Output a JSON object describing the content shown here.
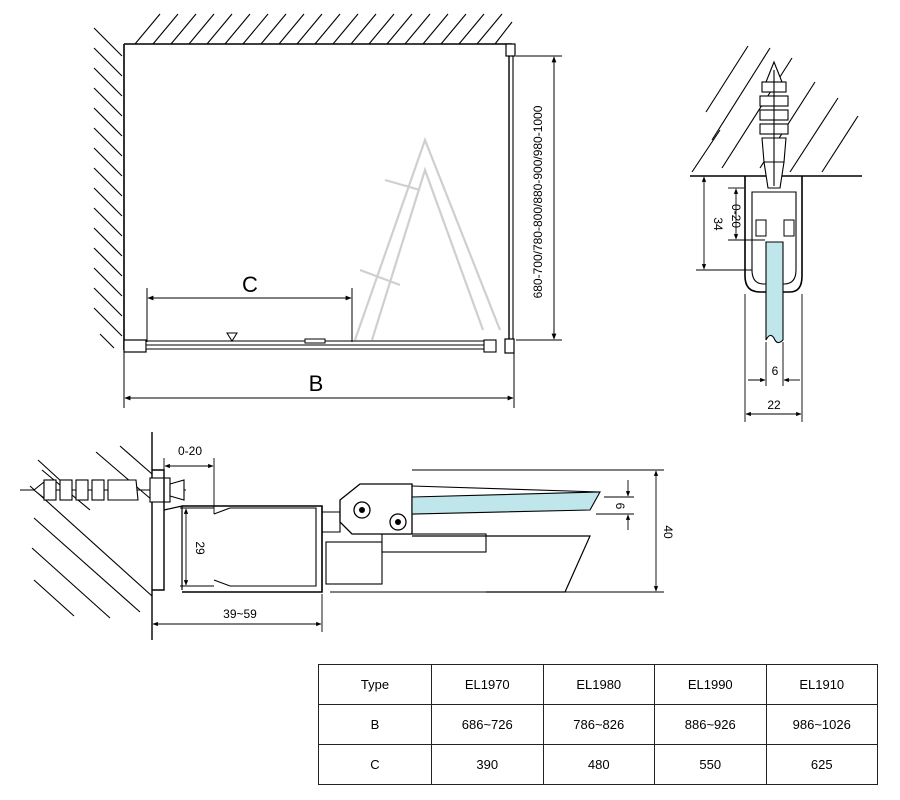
{
  "plan": {
    "label_c": "C",
    "label_b": "B",
    "height_range": "680-700/780-800/880-900/980-1000"
  },
  "top_detail": {
    "adjust": "0-20",
    "height": "34",
    "glass": "6",
    "width": "22"
  },
  "side_detail": {
    "adjust": "0-20",
    "height": "29",
    "range": "39~59",
    "glass": "6",
    "total": "40"
  },
  "table": {
    "header": [
      "Type",
      "EL1970",
      "EL1980",
      "EL1990",
      "EL1910"
    ],
    "rows": [
      [
        "B",
        "686~726",
        "786~826",
        "886~926",
        "986~1026"
      ],
      [
        "C",
        "390",
        "480",
        "550",
        "625"
      ]
    ]
  },
  "colors": {
    "line": "#000000",
    "glass": "#bfe6ea",
    "watermark": "#cfcfcf"
  }
}
